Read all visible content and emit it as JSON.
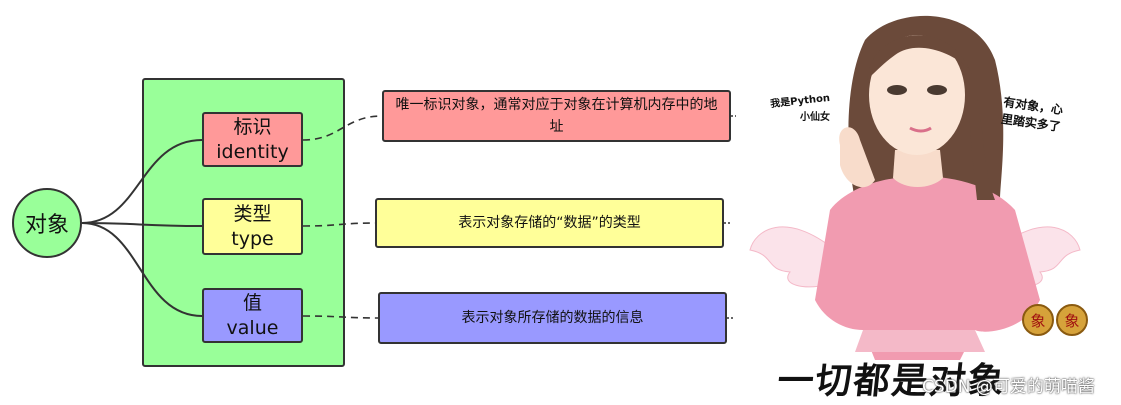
{
  "diagram": {
    "root": {
      "label": "对象"
    },
    "attributes": [
      {
        "name_cn": "标识",
        "name_en": "identity",
        "description": "唯一标识对象，通常对应于对象在计算机内存中的地址",
        "color": "#ff9999"
      },
      {
        "name_cn": "类型",
        "name_en": "type",
        "description": "表示对象存储的“数据”的类型",
        "color": "#ffff99"
      },
      {
        "name_cn": "值",
        "name_en": "value",
        "description": "表示对象所存储的数据的信息",
        "color": "#9999ff"
      }
    ],
    "panel_color": "#99ff99"
  },
  "illustration": {
    "speech_left_1": "我是Python",
    "speech_left_2": "小仙女",
    "speech_right": "有对象，心里踏实多了",
    "badge_text": "象",
    "title": "一切都是对象"
  },
  "watermark": "CSDN @可爱的萌喵酱"
}
